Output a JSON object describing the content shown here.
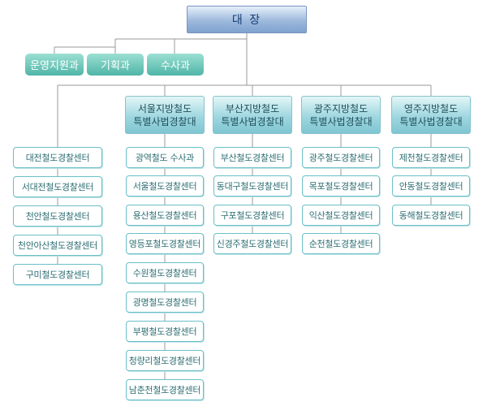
{
  "top": {
    "label": "대 장"
  },
  "staff": [
    {
      "label": "운영지원과"
    },
    {
      "label": "기획과"
    },
    {
      "label": "수사과"
    }
  ],
  "columns": [
    {
      "hq": null,
      "centers": [
        "대전철도경찰센터",
        "서대전철도경찰센터",
        "천안철도경찰센터",
        "천안아산철도경찰센터",
        "구미철도경찰센터"
      ]
    },
    {
      "hq": {
        "line1": "서울지방철도",
        "line2": "특별사법경찰대"
      },
      "centers": [
        "광역철도 수사과",
        "서울철도경찰센터",
        "용산철도경찰센터",
        "영등포철도경찰센터",
        "수원철도경찰센터",
        "광명철도경찰센터",
        "부평철도경찰센터",
        "청량리철도경찰센터",
        "남춘천철도경찰센터"
      ]
    },
    {
      "hq": {
        "line1": "부산지방철도",
        "line2": "특별사법경찰대"
      },
      "centers": [
        "부산철도경찰센터",
        "동대구철도경찰센터",
        "구포철도경찰센터",
        "신경주철도경찰센터"
      ]
    },
    {
      "hq": {
        "line1": "광주지방철도",
        "line2": "특별사법경찰대"
      },
      "centers": [
        "광주철도경찰센터",
        "목포철도경찰센터",
        "익산철도경찰센터",
        "순천철도경찰센터"
      ]
    },
    {
      "hq": {
        "line1": "영주지방철도",
        "line2": "특별사법경찰대"
      },
      "centers": [
        "제천철도경찰센터",
        "안동철도경찰센터",
        "동해철도경찰센터"
      ]
    }
  ]
}
